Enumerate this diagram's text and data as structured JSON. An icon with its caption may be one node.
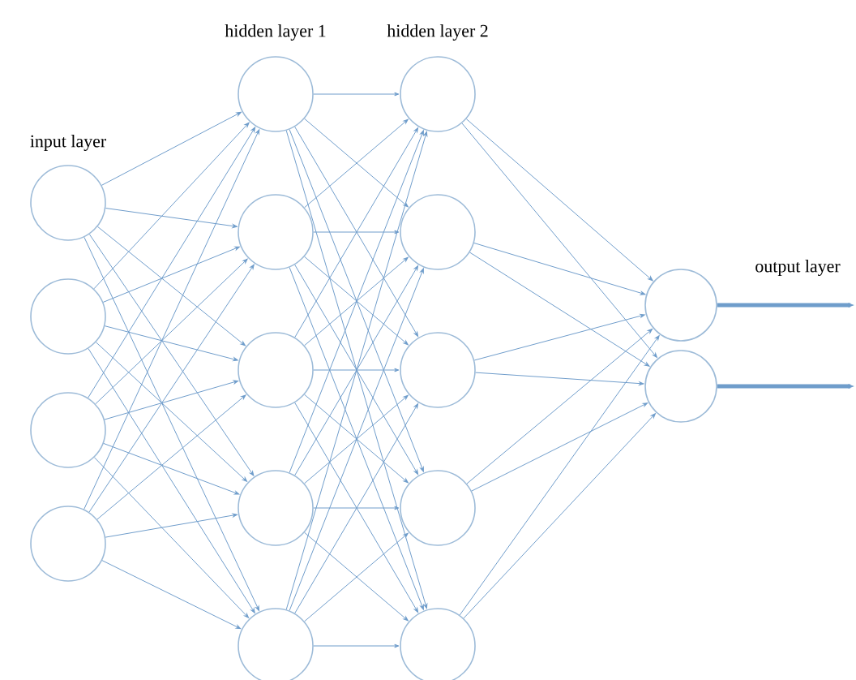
{
  "diagram": {
    "nodes": [
      {
        "text": [],
        "shape": "circle"
      },
      {
        "text": [],
        "shape": "circle"
      },
      {
        "text": [],
        "shape": "circle"
      },
      {
        "text": [],
        "shape": "circle"
      },
      {
        "text": [],
        "shape": "circle"
      },
      {
        "text": [],
        "shape": "circle"
      },
      {
        "text": [],
        "shape": "circle"
      },
      {
        "text": [],
        "shape": "circle"
      },
      {
        "text": [],
        "shape": "circle"
      },
      {
        "text": [],
        "shape": "circle"
      },
      {
        "text": [],
        "shape": "circle"
      },
      {
        "text": [],
        "shape": "circle"
      },
      {
        "text": [],
        "shape": "circle"
      },
      {
        "text": [],
        "shape": "circle"
      },
      {
        "text": [],
        "shape": "circle"
      },
      {
        "text": [],
        "shape": "circle"
      }
    ],
    "edges": [
      {
        "from": 0,
        "to": 4,
        "arrow": "to"
      },
      {
        "from": 0,
        "to": 5,
        "arrow": "to"
      },
      {
        "from": 0,
        "to": 6,
        "arrow": "to"
      },
      {
        "from": 0,
        "to": 7,
        "arrow": "to"
      },
      {
        "from": 0,
        "to": 8,
        "arrow": "to"
      },
      {
        "from": 1,
        "to": 4,
        "arrow": "to"
      },
      {
        "from": 1,
        "to": 5,
        "arrow": "to"
      },
      {
        "from": 1,
        "to": 6,
        "arrow": "to"
      },
      {
        "from": 1,
        "to": 7,
        "arrow": "to"
      },
      {
        "from": 1,
        "to": 8,
        "arrow": "to"
      },
      {
        "from": 2,
        "to": 4,
        "arrow": "to"
      },
      {
        "from": 2,
        "to": 5,
        "arrow": "to"
      },
      {
        "from": 2,
        "to": 6,
        "arrow": "to"
      },
      {
        "from": 2,
        "to": 7,
        "arrow": "to"
      },
      {
        "from": 2,
        "to": 8,
        "arrow": "to"
      },
      {
        "from": 3,
        "to": 4,
        "arrow": "to"
      },
      {
        "from": 3,
        "to": 5,
        "arrow": "to"
      },
      {
        "from": 3,
        "to": 6,
        "arrow": "to"
      },
      {
        "from": 3,
        "to": 7,
        "arrow": "to"
      },
      {
        "from": 3,
        "to": 8,
        "arrow": "to"
      },
      {
        "from": 4,
        "to": 9,
        "arrow": "to"
      },
      {
        "from": 4,
        "to": 10,
        "arrow": "to"
      },
      {
        "from": 4,
        "to": 11,
        "arrow": "to"
      },
      {
        "from": 4,
        "to": 12,
        "arrow": "to"
      },
      {
        "from": 4,
        "to": 13,
        "arrow": "to"
      },
      {
        "from": 5,
        "to": 9,
        "arrow": "to"
      },
      {
        "from": 5,
        "to": 10,
        "arrow": "to"
      },
      {
        "from": 5,
        "to": 11,
        "arrow": "to"
      },
      {
        "from": 5,
        "to": 12,
        "arrow": "to"
      },
      {
        "from": 5,
        "to": 13,
        "arrow": "to"
      },
      {
        "from": 6,
        "to": 9,
        "arrow": "to"
      },
      {
        "from": 6,
        "to": 10,
        "arrow": "to"
      },
      {
        "from": 6,
        "to": 11,
        "arrow": "to"
      },
      {
        "from": 6,
        "to": 12,
        "arrow": "to"
      },
      {
        "from": 6,
        "to": 13,
        "arrow": "to"
      },
      {
        "from": 7,
        "to": 9,
        "arrow": "to"
      },
      {
        "from": 7,
        "to": 10,
        "arrow": "to"
      },
      {
        "from": 7,
        "to": 11,
        "arrow": "to"
      },
      {
        "from": 7,
        "to": 12,
        "arrow": "to"
      },
      {
        "from": 7,
        "to": 13,
        "arrow": "to"
      },
      {
        "from": 8,
        "to": 9,
        "arrow": "to"
      },
      {
        "from": 8,
        "to": 10,
        "arrow": "to"
      },
      {
        "from": 8,
        "to": 11,
        "arrow": "to"
      },
      {
        "from": 8,
        "to": 12,
        "arrow": "to"
      },
      {
        "from": 8,
        "to": 13,
        "arrow": "to"
      },
      {
        "from": 9,
        "to": 14,
        "arrow": "to"
      },
      {
        "from": 9,
        "to": 15,
        "arrow": "to"
      },
      {
        "from": 10,
        "to": 14,
        "arrow": "to"
      },
      {
        "from": 10,
        "to": 15,
        "arrow": "to"
      },
      {
        "from": 11,
        "to": 14,
        "arrow": "to"
      },
      {
        "from": 11,
        "to": 15,
        "arrow": "to"
      },
      {
        "from": 12,
        "to": 14,
        "arrow": "to"
      },
      {
        "from": 12,
        "to": 15,
        "arrow": "to"
      },
      {
        "from": 13,
        "to": 14,
        "arrow": "to"
      },
      {
        "from": 13,
        "to": 15,
        "arrow": "to"
      },
      {
        "from": 14,
        "to": null,
        "arrow": "to",
        "style": "thick"
      },
      {
        "from": 15,
        "to": null,
        "arrow": "to",
        "style": "thick"
      }
    ],
    "labels": [
      "hidden layer 1",
      "hidden layer 2",
      "input layer",
      "output layer"
    ]
  }
}
